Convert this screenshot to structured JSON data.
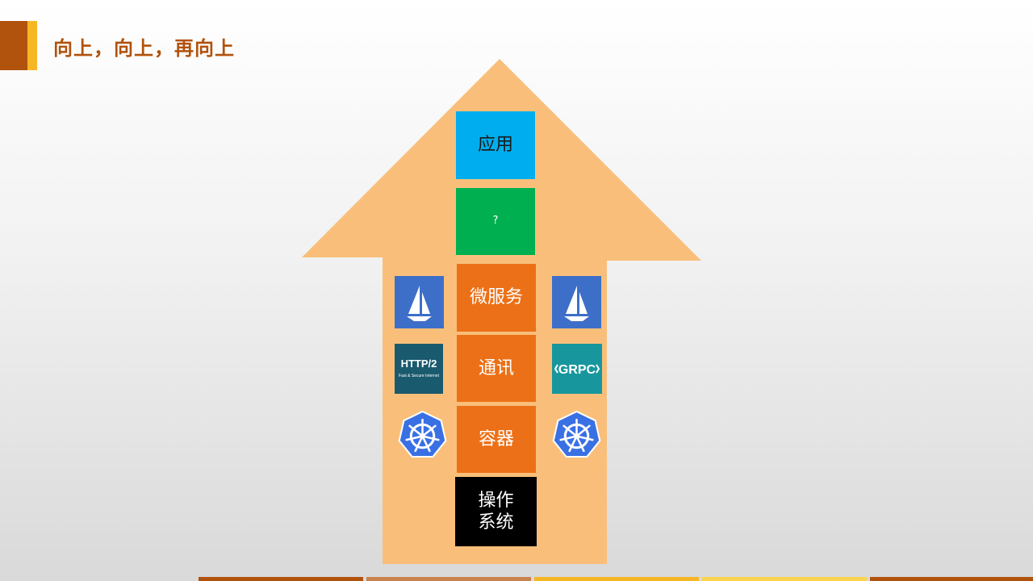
{
  "page": {
    "title": "向上，向上，再向上"
  },
  "stack": {
    "app": "应用",
    "unknown": "?",
    "microservices": "微服务",
    "communication": "通讯",
    "container": "容器",
    "os_line1": "操作",
    "os_line2": "系统"
  },
  "icons": {
    "http2_title": "HTTP/2",
    "http2_subtitle": "Fast & Secure Internet",
    "grpc": "GRPC",
    "istio": "istio-sail-icon",
    "kubernetes": "kubernetes-helm-icon"
  },
  "colors": {
    "title": "#b1520d",
    "accent": "#f7b624",
    "arrow": "#f9bf7a",
    "app_block": "#00aeef",
    "unknown_block": "#00b050",
    "stack_block": "#ec7017",
    "os_block": "#000000",
    "istio": "#3d6fc9",
    "http2": "#1a5a6e",
    "grpc": "#17979d",
    "kubernetes": "#3970e4"
  },
  "footer": {
    "segment_colors": [
      "#b1520d",
      "#c8824d",
      "#f7b624",
      "#fcd34d",
      "#b1520d"
    ]
  }
}
